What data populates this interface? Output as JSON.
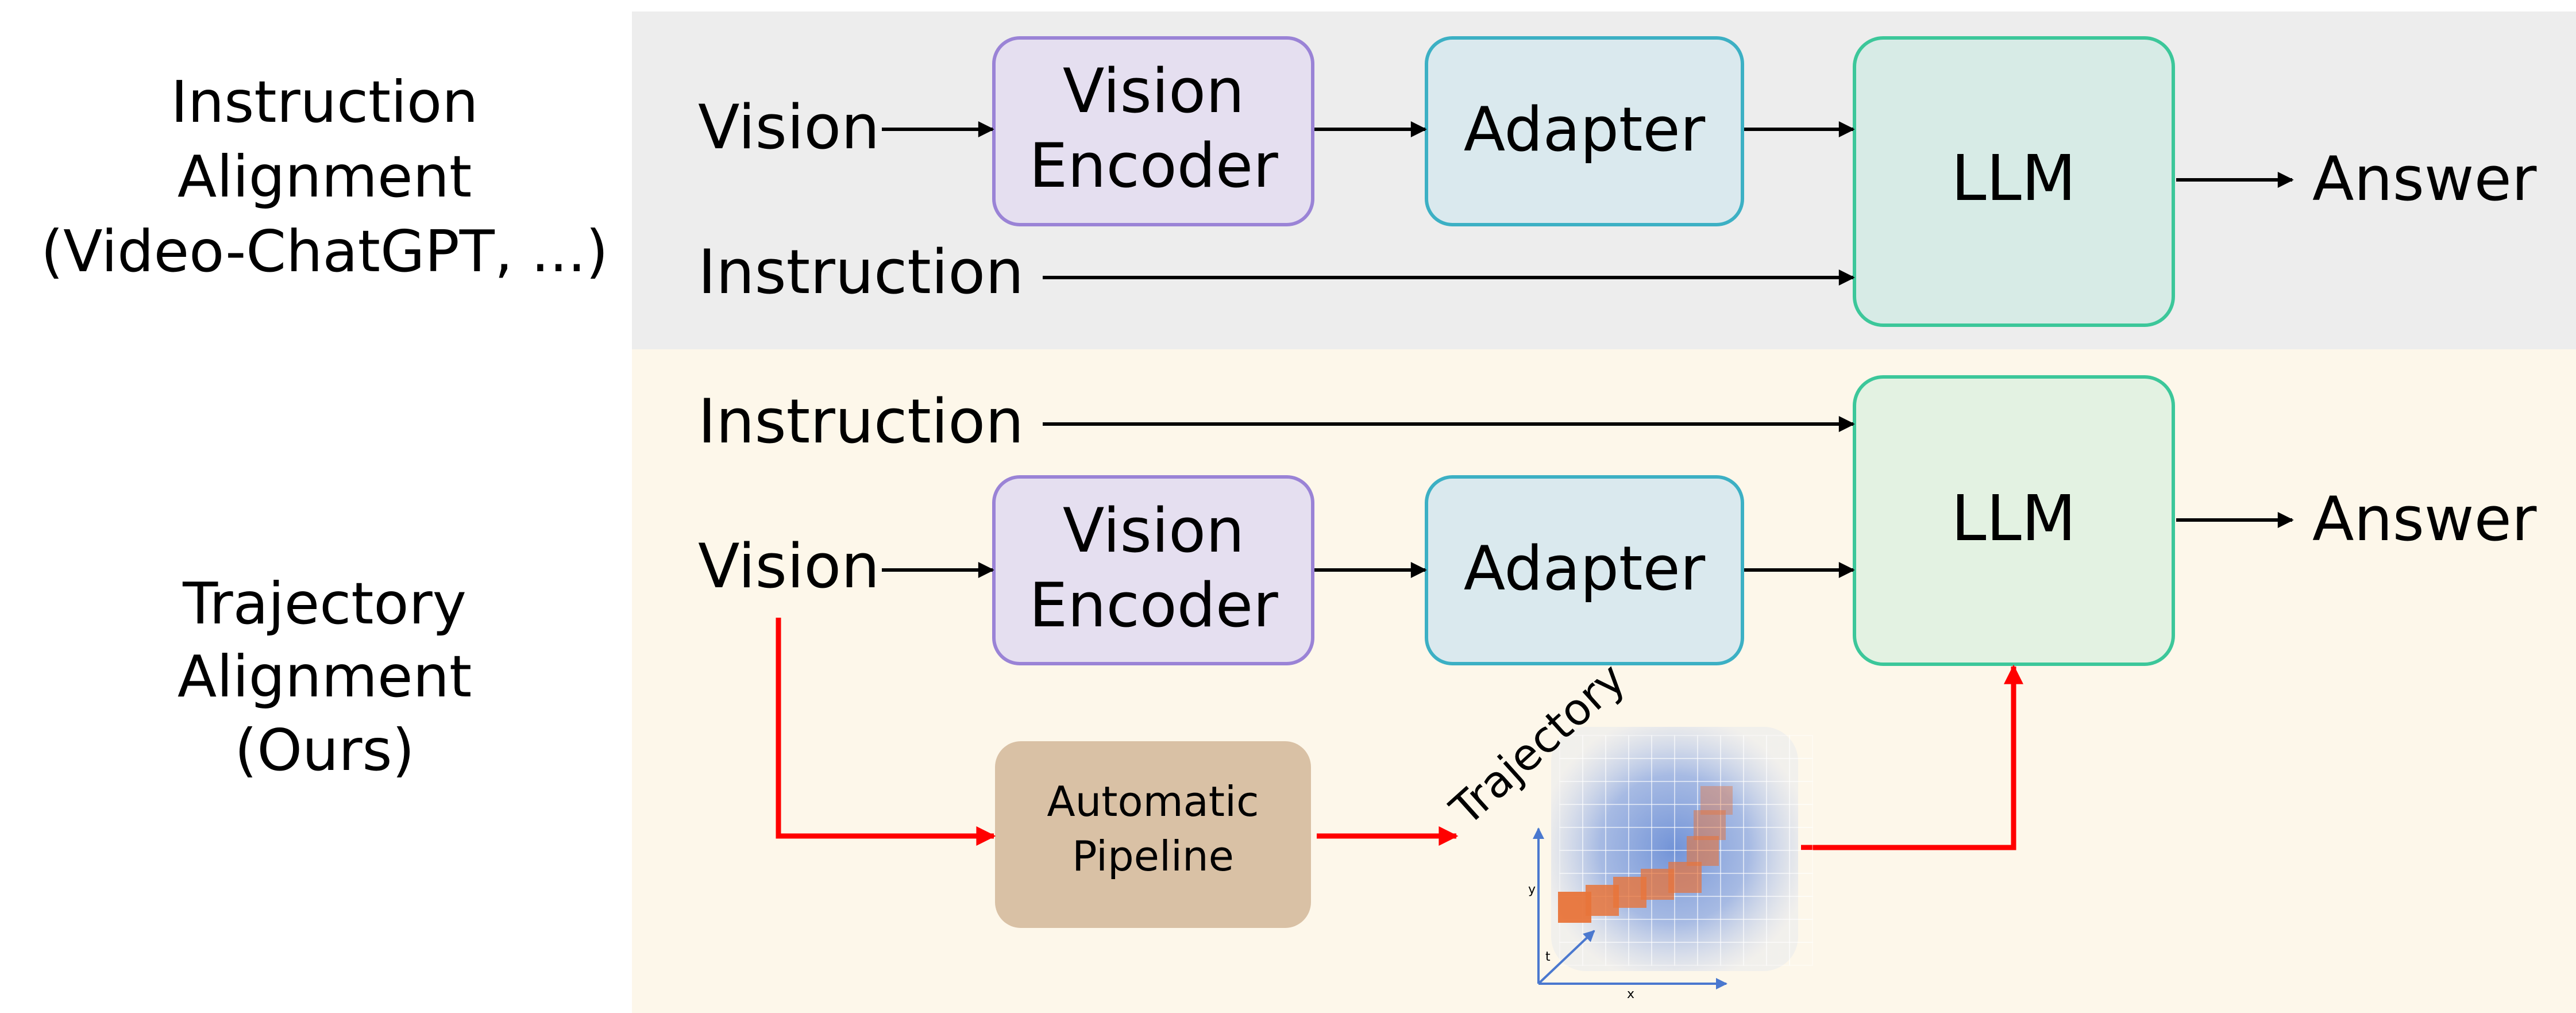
{
  "rows": [
    {
      "label_lines": [
        "Instruction",
        "Alignment",
        "(Video-ChatGPT, ...)"
      ],
      "vision": "Vision",
      "instruction": "Instruction",
      "encoder_lines": [
        "Vision",
        "Encoder"
      ],
      "adapter": "Adapter",
      "llm": "LLM",
      "answer": "Answer"
    },
    {
      "label_lines": [
        "Trajectory",
        "Alignment",
        "(Ours)"
      ],
      "vision": "Vision",
      "instruction": "Instruction",
      "encoder_lines": [
        "Vision",
        "Encoder"
      ],
      "adapter": "Adapter",
      "llm": "LLM",
      "answer": "Answer"
    }
  ],
  "pipeline_lines": [
    "Automatic",
    "Pipeline"
  ],
  "trajectory": {
    "label": "Trajectory",
    "axis_x": "x",
    "axis_y": "y",
    "axis_t": "t"
  },
  "colors": {
    "top_panel_bg": "#ededed",
    "bottom_panel_bg": "#fdf7ea",
    "encoder_fill": "#e5dff0",
    "encoder_stroke": "#9a83d6",
    "adapter_fill": "#dae9ee",
    "adapter_stroke": "#3cb0c4",
    "llm_stroke": "#3cc79a",
    "llm_top_fill": "#d7ebe6",
    "llm_bottom_fill": "#e3f2e2",
    "pipeline_fill": "#d9c1a5",
    "red_arrow": "#ff0000",
    "grid_blue": "#4a78cf",
    "traj_orange": "#e8743a"
  }
}
